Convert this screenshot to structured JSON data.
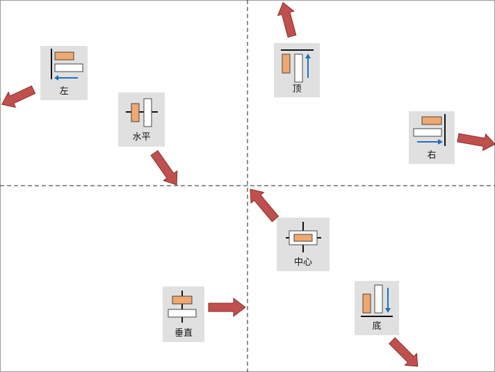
{
  "diagram": {
    "icons": [
      {
        "id": "left",
        "label": "左",
        "meaning": "align-left"
      },
      {
        "id": "horizontal",
        "label": "水平",
        "meaning": "align-horizontal-center"
      },
      {
        "id": "top",
        "label": "顶",
        "meaning": "align-top"
      },
      {
        "id": "right",
        "label": "右",
        "meaning": "align-right"
      },
      {
        "id": "center",
        "label": "中心",
        "meaning": "align-center"
      },
      {
        "id": "vertical",
        "label": "垂直",
        "meaning": "align-vertical-center"
      },
      {
        "id": "bottom",
        "label": "底",
        "meaning": "align-bottom"
      }
    ],
    "colors": {
      "arrow_fill": "#c0504d",
      "arrow_stroke": "#8b2d2a",
      "bar_orange": "#f0a870",
      "bar_white": "#ffffff",
      "bar_stroke": "#444444",
      "blue_arrow": "#1f6fbf",
      "card_bg": "#e0e0e0",
      "guide_line": "#222222"
    }
  }
}
